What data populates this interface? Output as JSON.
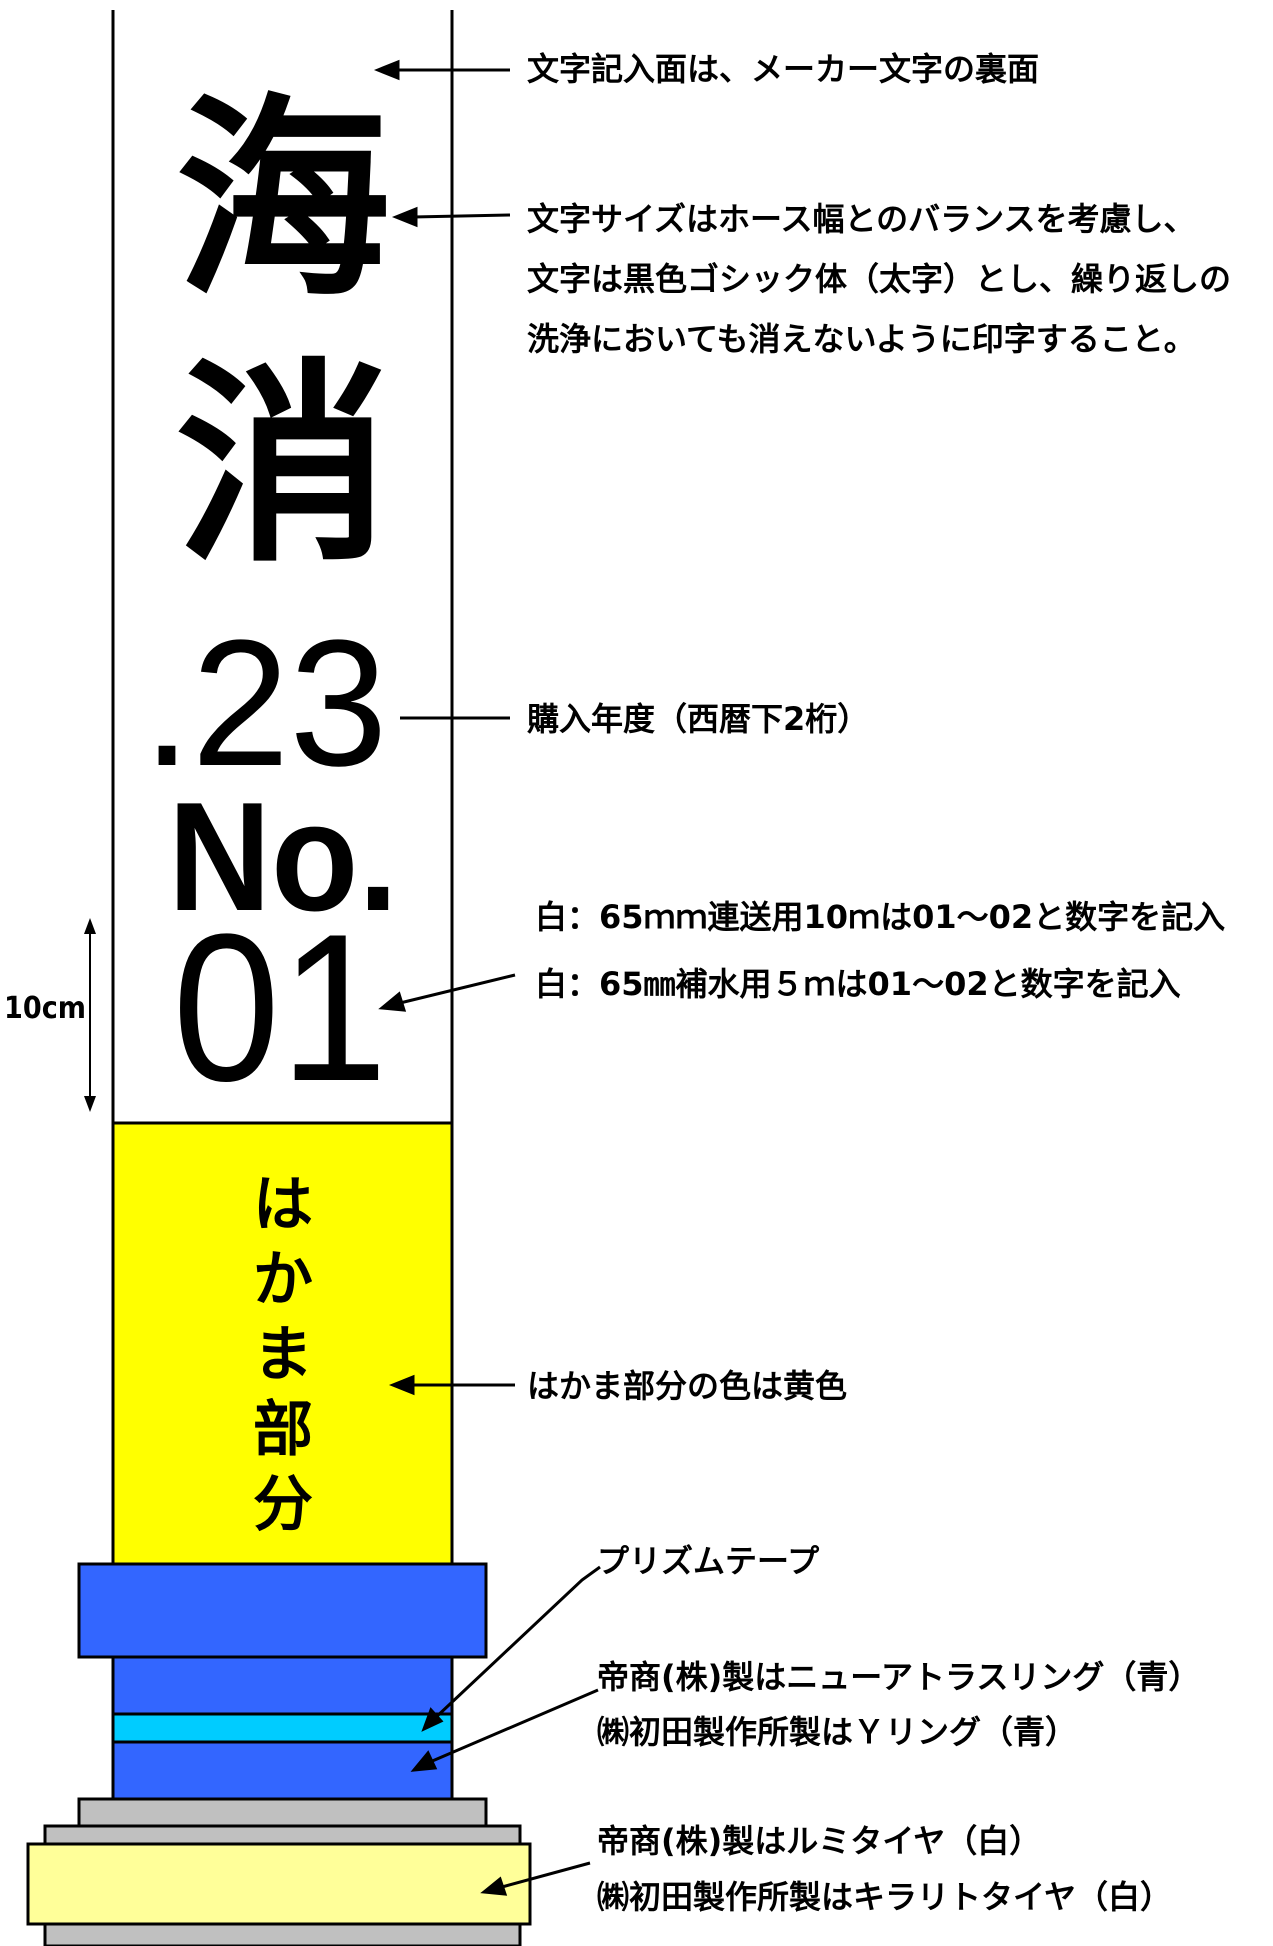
{
  "hose": {
    "char_1": "海",
    "char_2": "消",
    "year": ".23",
    "no_label": "No.",
    "number": "01",
    "hakama_chars": [
      "は",
      "か",
      "ま",
      "部",
      "分"
    ]
  },
  "dimension": {
    "label": "10cm"
  },
  "annotations": {
    "surface": "文字記入面は、メーカー文字の裏面",
    "size_lines": [
      "文字サイズはホース幅とのバランスを考慮し、",
      "文字は黒色ゴシック体（太字）とし、繰り返しの",
      "洗浄においても消えないように印字すること。"
    ],
    "year": "購入年度（西暦下2桁）",
    "number_line_1": "白：65ｍｍ連送用10ｍは01～02と数字を記入",
    "number_line_2": "白：65㎜補水用５ｍは01～02と数字を記入",
    "hakama": "はかま部分の色は黄色",
    "prism": "プリズムテープ",
    "ring_lines": [
      "帝商(株)製はニューアトラスリング（青）",
      "㈱初田製作所製はＹリング（青）"
    ],
    "tire_lines": [
      "帝商(株)製はルミタイヤ（白）",
      "㈱初田製作所製はキラリトタイヤ（白）"
    ]
  },
  "colors": {
    "hakama": "#ffff00",
    "ring": "#3366ff",
    "prism_tape": "#00ccff",
    "tire": "#ffff99",
    "coupling_gray": "#c0c0c0"
  }
}
